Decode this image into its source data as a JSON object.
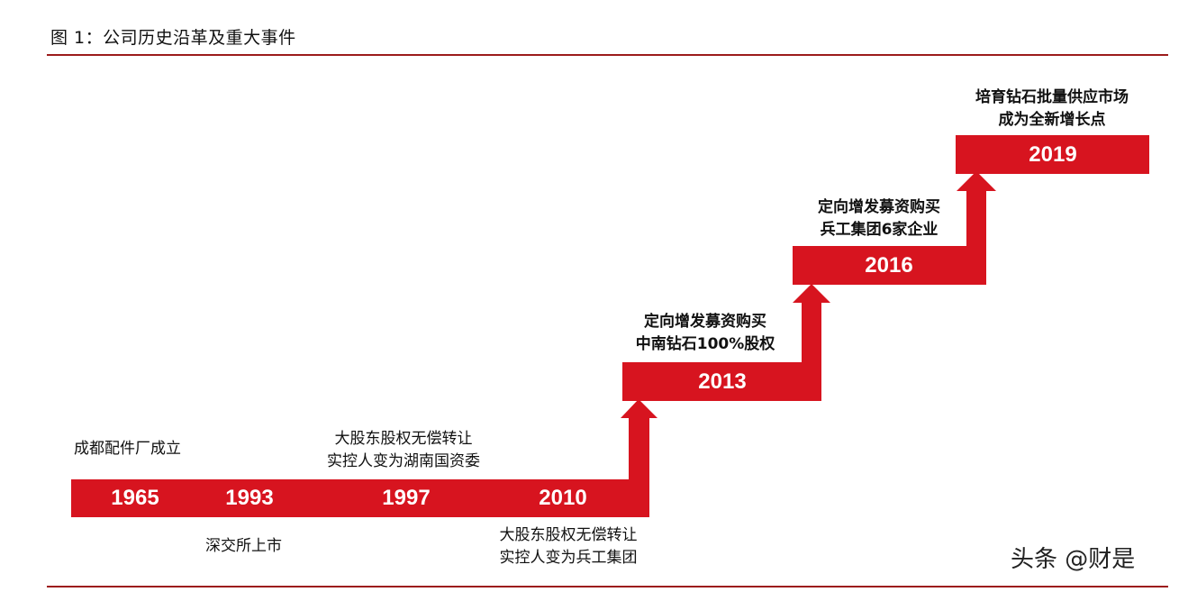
{
  "title": "图 1：公司历史沿革及重大事件",
  "colors": {
    "accent": "#d7141f",
    "rule": "#9c1b1b",
    "text": "#111111"
  },
  "events": [
    {
      "year": "1965",
      "lines": [
        "成都配件厂成立"
      ],
      "position": "above"
    },
    {
      "year": "1993",
      "lines": [
        "深交所上市"
      ],
      "position": "below"
    },
    {
      "year": "1997",
      "lines": [
        "大股东股权无偿转让",
        "实控人变为湖南国资委"
      ],
      "position": "above"
    },
    {
      "year": "2010",
      "lines": [
        "大股东股权无偿转让",
        "实控人变为兵工集团"
      ],
      "position": "below"
    },
    {
      "year": "2013",
      "lines": [
        "定向增发募资购买",
        "中南钻石100%股权"
      ],
      "position": "above"
    },
    {
      "year": "2016",
      "lines": [
        "定向增发募资购买",
        "兵工集团6家企业"
      ],
      "position": "above"
    },
    {
      "year": "2019",
      "lines": [
        "培育钻石批量供应市场",
        "成为全新增长点"
      ],
      "position": "above"
    }
  ],
  "watermark": "头条 @财是"
}
